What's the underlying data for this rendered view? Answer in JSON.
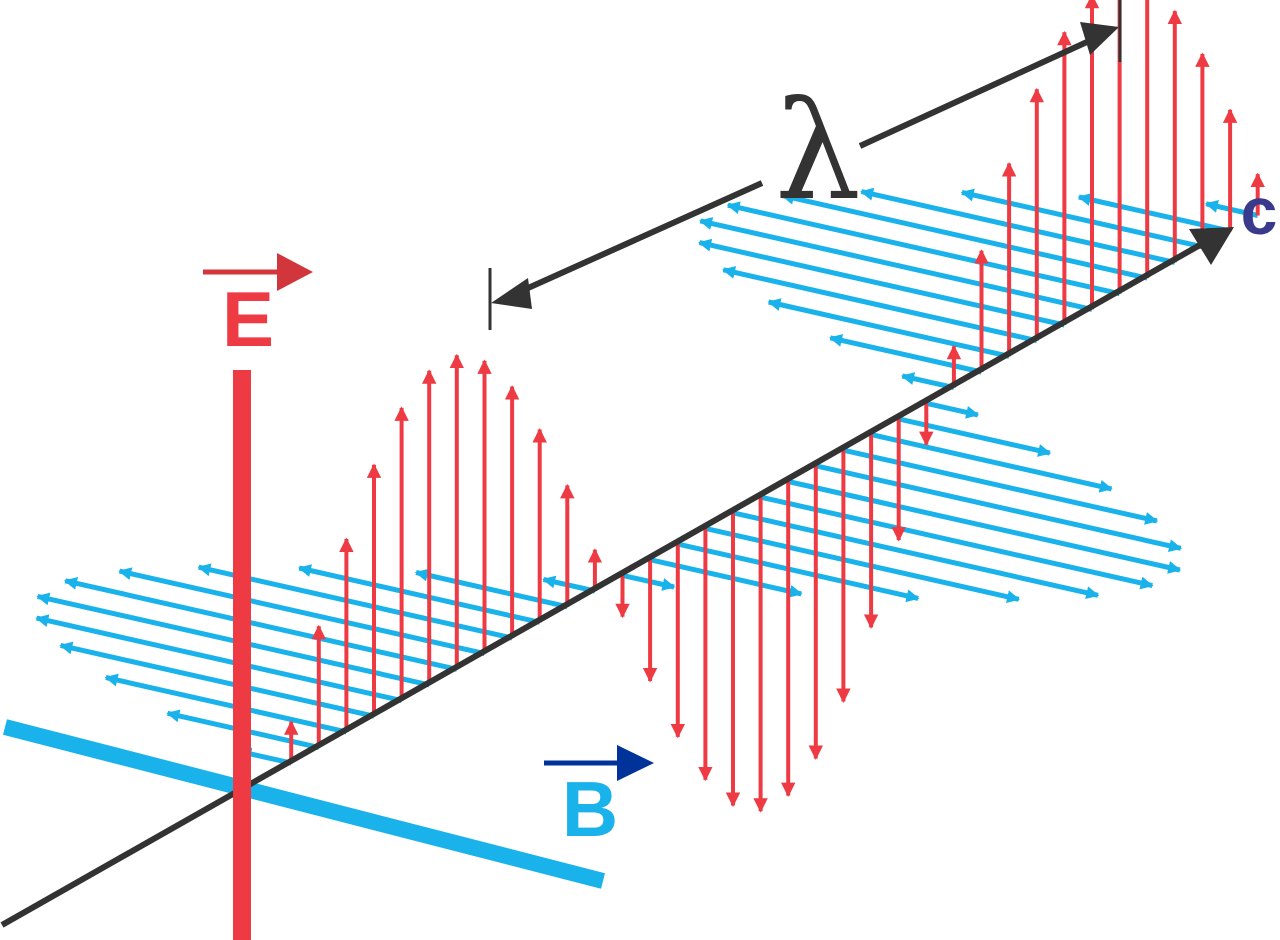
{
  "labels": {
    "electric": "E",
    "magnetic": "B",
    "wavelength": "λ",
    "speed": "c"
  },
  "colors": {
    "electric_field": "#ee3a43",
    "electric_vector_label": "#d2363d",
    "magnetic_field": "#1ab2ea",
    "magnetic_vector_label": "#003399",
    "speed_label": "#3a3a8c",
    "axis": "#333333"
  },
  "wave": {
    "half_cycles": 3,
    "arrows_per_half_cycle": 12
  }
}
